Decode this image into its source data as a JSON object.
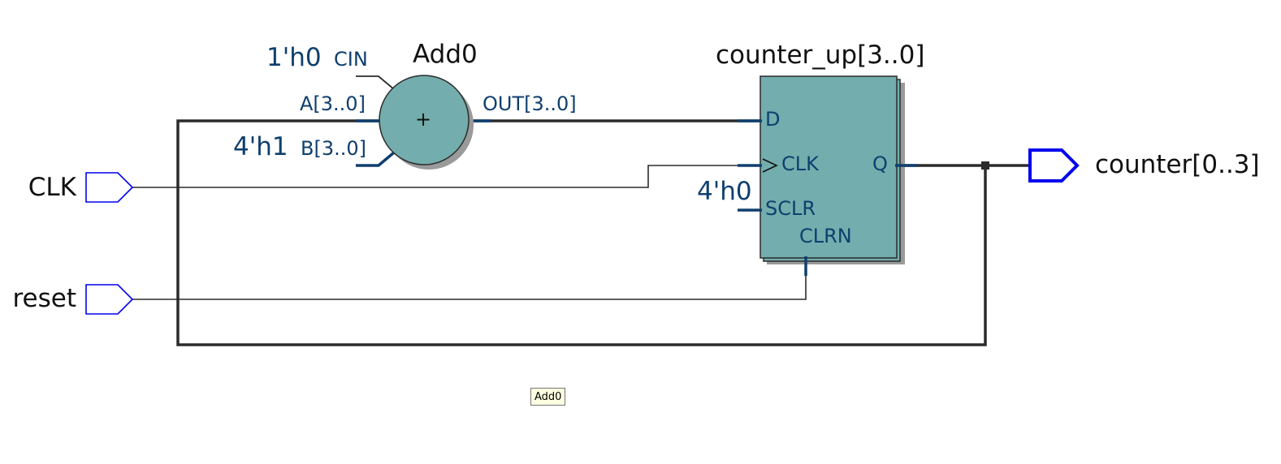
{
  "inputs": {
    "clk": "CLK",
    "reset": "reset"
  },
  "output": {
    "name": "counter[0..3]"
  },
  "adder": {
    "name": "Add0",
    "symbol": "+",
    "cin_const": "1'h0",
    "cin_port": "CIN",
    "a_port": "A[3..0]",
    "b_const": "4'h1",
    "b_port": "B[3..0]",
    "out_port": "OUT[3..0]"
  },
  "register": {
    "name": "counter_up[3..0]",
    "d_port": "D",
    "clk_port": "CLK",
    "q_port": "Q",
    "sclr_const": "4'h0",
    "sclr_port": "SCLR",
    "clrn_port": "CLRN"
  },
  "tooltip": {
    "text": "Add0"
  },
  "colors": {
    "block_fill": "#73adad",
    "shadow": "#9a9a9a",
    "port_blue": "#0f3f6e",
    "pin_blue": "#0000ee",
    "wire": "#2b2b2b"
  }
}
